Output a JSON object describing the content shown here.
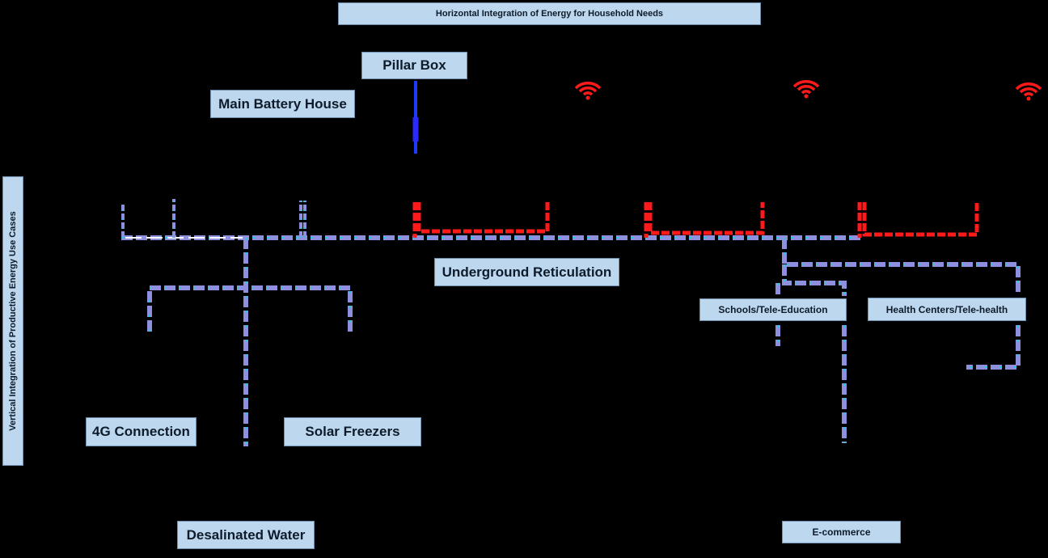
{
  "labels": {
    "horizontal_title": "Horizontal Integration of Energy for Household Needs",
    "vertical_title": "Vertical Integration of Productive Energy Use Cases",
    "pillar_box": "Pillar Box",
    "main_battery_house": "Main Battery House",
    "underground_reticulation": "Underground Reticulation",
    "schools": "Schools/Tele-Education",
    "health_centers": "Health Centers/Tele-health",
    "connection_4g": "4G Connection",
    "solar_freezers": "Solar Freezers",
    "desalinated_water": "Desalinated Water",
    "ecommerce": "E-commerce"
  },
  "icons": {
    "wifi": "wifi-icon"
  },
  "colors": {
    "background": "#000000",
    "label_fill": "#bdd7ee",
    "reticulation_line": "#8f8fe0",
    "reticulation_dash": "#2fc6d6",
    "household_line": "#ff1a1a",
    "pillar_cable": "#1a3cff",
    "wifi": "#ff1a1a"
  }
}
